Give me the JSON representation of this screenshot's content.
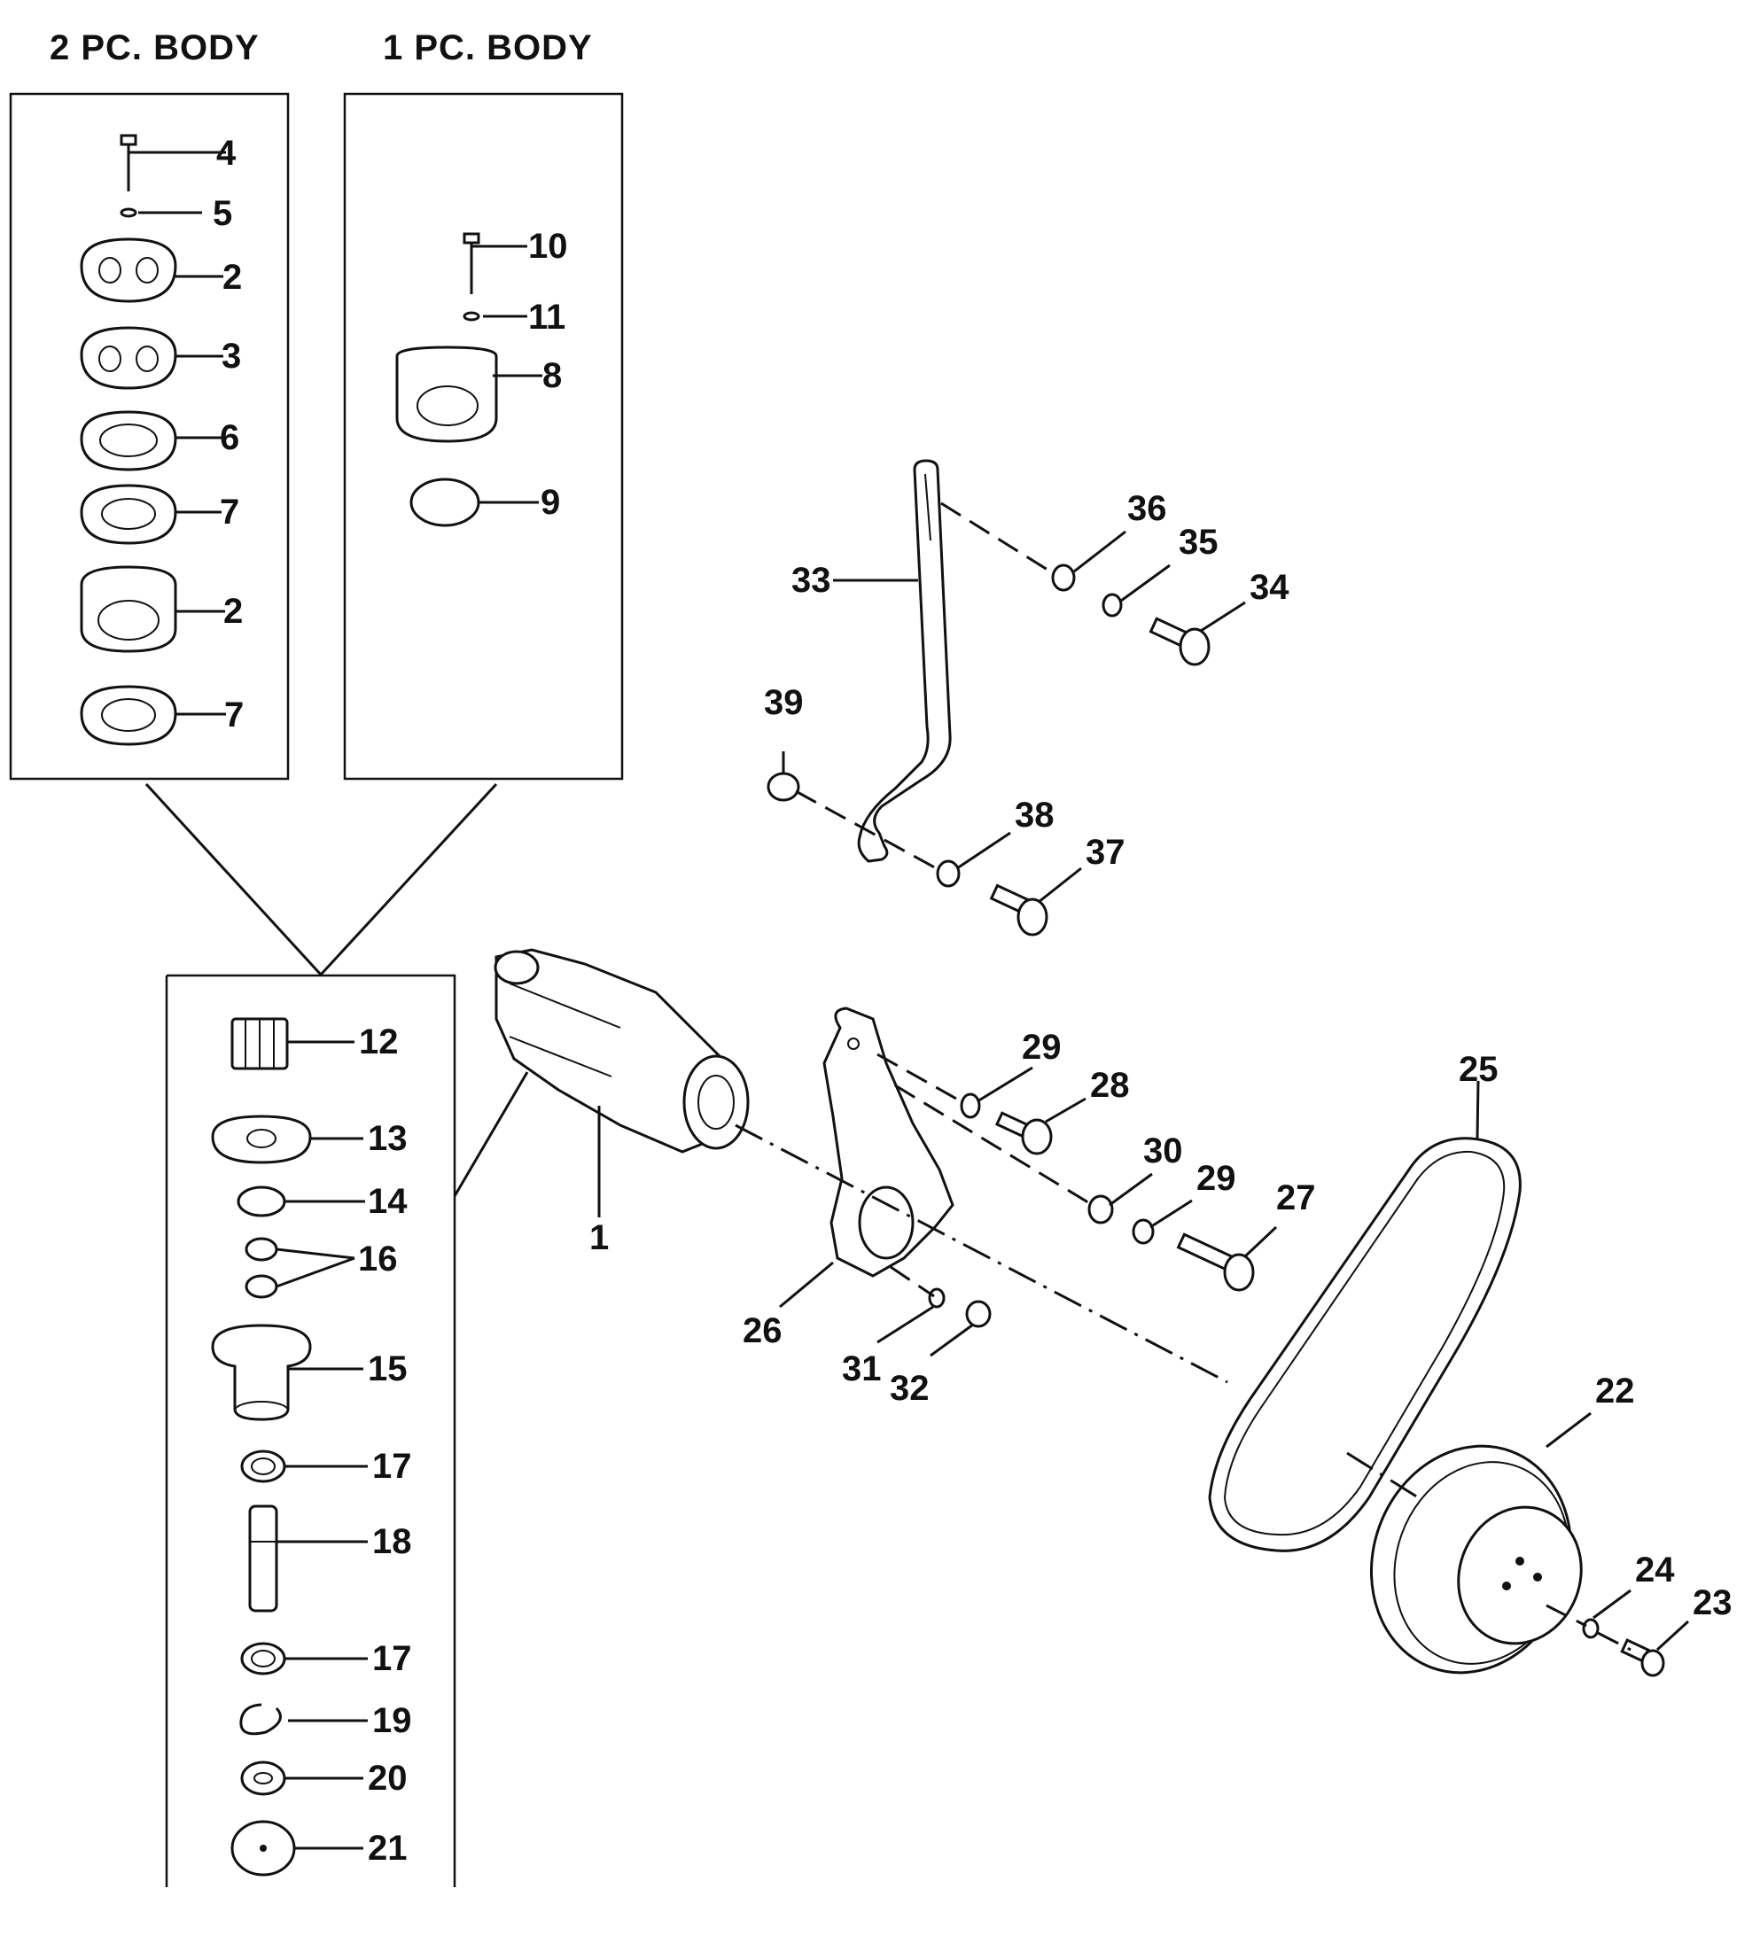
{
  "headers": {
    "two_pc_body": "2 PC. BODY",
    "one_pc_body": "1 PC. BODY"
  },
  "callouts": {
    "c1": "1",
    "c2a": "2",
    "c2b": "2",
    "c3": "3",
    "c4": "4",
    "c5": "5",
    "c6": "6",
    "c7a": "7",
    "c7b": "7",
    "c8": "8",
    "c9": "9",
    "c10": "10",
    "c11": "11",
    "c12": "12",
    "c13": "13",
    "c14": "14",
    "c15": "15",
    "c16": "16",
    "c17a": "17",
    "c17b": "17",
    "c18": "18",
    "c19": "19",
    "c20": "20",
    "c21": "21",
    "c22": "22",
    "c23": "23",
    "c24": "24",
    "c25": "25",
    "c26": "26",
    "c27": "27",
    "c28": "28",
    "c29a": "29",
    "c29b": "29",
    "c30": "30",
    "c31": "31",
    "c32": "32",
    "c33": "33",
    "c34": "34",
    "c35": "35",
    "c36": "36",
    "c37": "37",
    "c38": "38",
    "c39": "39"
  }
}
